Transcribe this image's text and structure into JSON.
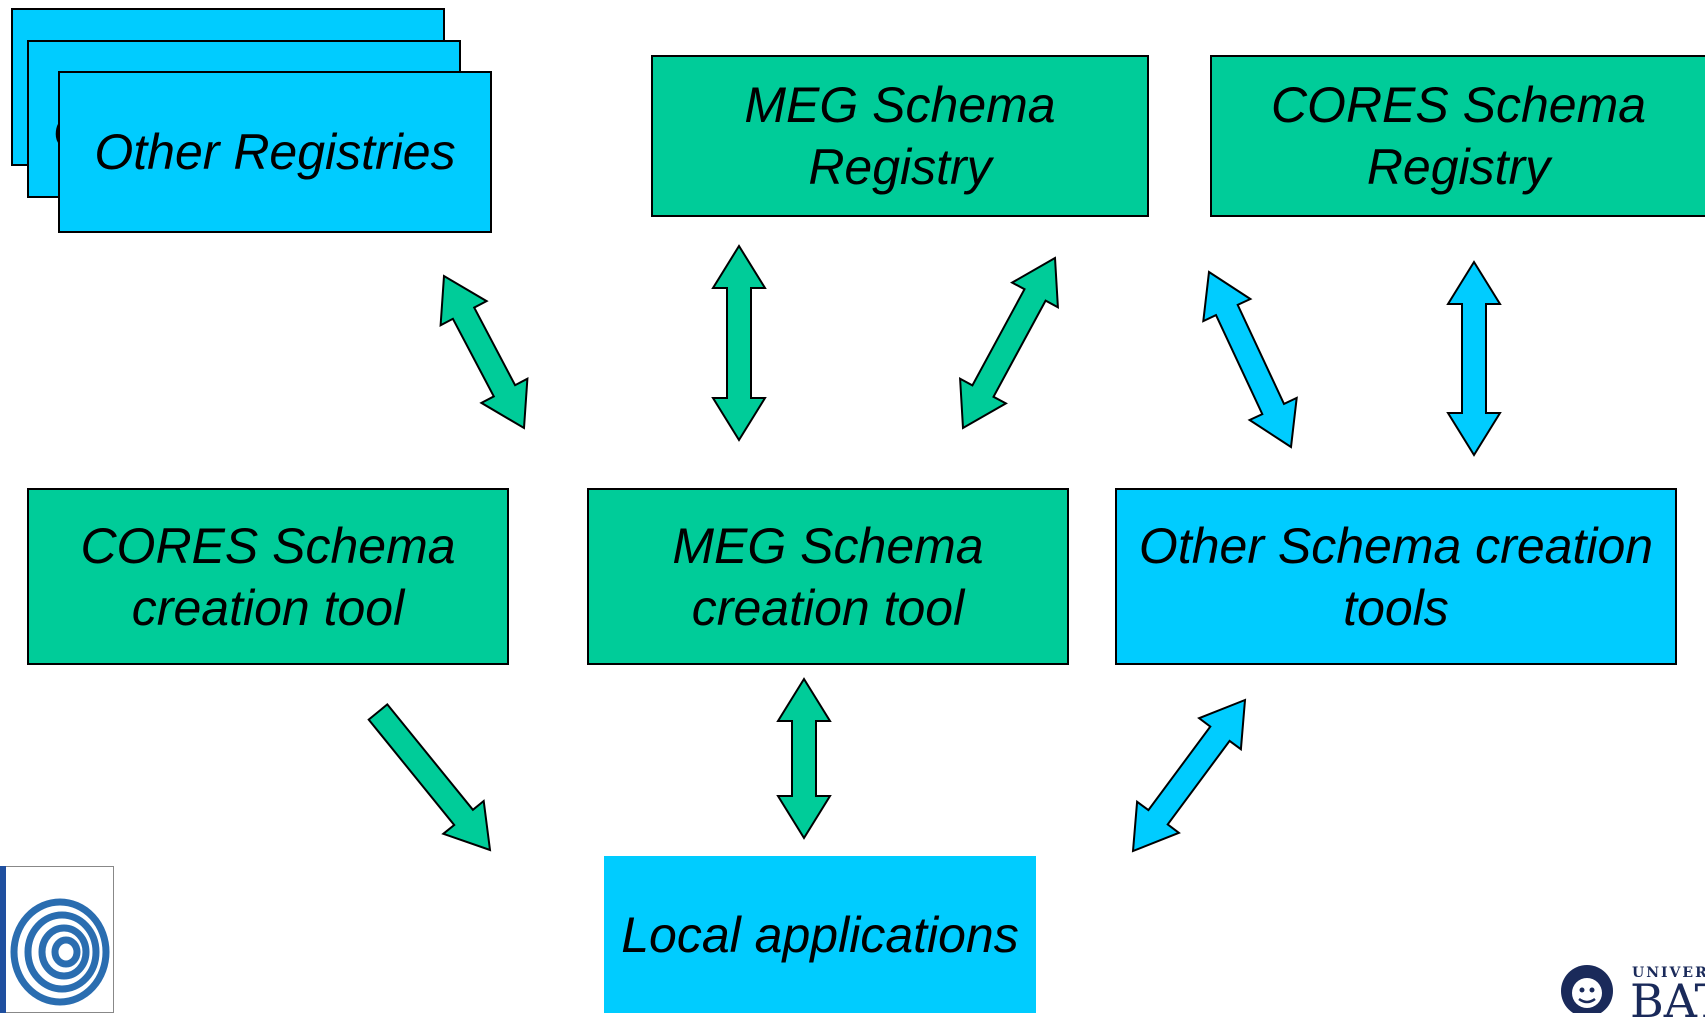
{
  "boxes": {
    "other_registries": "Other Registries",
    "other_registries_peek": "O",
    "meg_registry": [
      "MEG Schema",
      "Registry"
    ],
    "cores_registry": [
      "CORES Schema",
      "Registry"
    ],
    "cores_tool": [
      "CORES Schema",
      "creation tool"
    ],
    "meg_tool": [
      "MEG Schema",
      "creation tool"
    ],
    "other_tools": [
      "Other Schema creation",
      "tools"
    ],
    "local_apps": "Local applications"
  },
  "logos": {
    "right_small": "UNIVERS",
    "right_big": "BAT"
  },
  "colors": {
    "green": "#00cc99",
    "cyan": "#00ccff"
  }
}
